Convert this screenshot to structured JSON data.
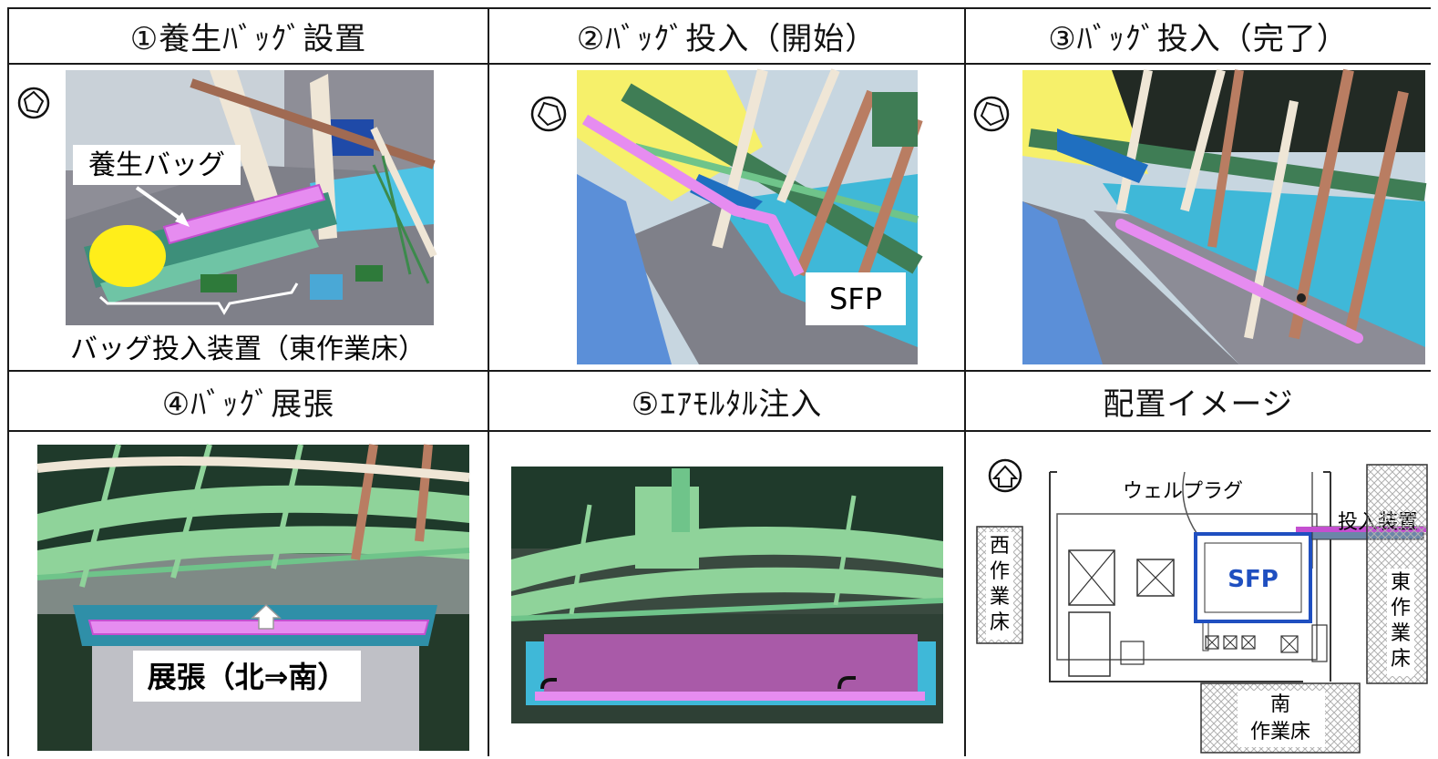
{
  "headers": {
    "step1": "①養生ﾊﾞｯｸﾞ設置",
    "step2": "②ﾊﾞｯｸﾞ投入（開始）",
    "step3": "③ﾊﾞｯｸﾞ投入（完了）",
    "step4": "④ﾊﾞｯｸﾞ展張",
    "step5": "⑤ｴｱﾓﾙﾀﾙ注入",
    "layout": "配置イメージ"
  },
  "panels": {
    "step1": {
      "bag_label": "養生バッグ",
      "device_label": "バッグ投入装置（東作業床）"
    },
    "step2": {
      "sfp_label": "SFP"
    },
    "step4": {
      "deploy_label": "展張（北⇒南）"
    },
    "layout": {
      "well_plug": "ウェルプラグ",
      "inserter": "投入装置",
      "sfp": "SFP",
      "west_floor": [
        "西",
        "作",
        "業",
        "床"
      ],
      "east_floor": [
        "東",
        "作",
        "業",
        "床"
      ],
      "south_floor": [
        "南",
        "作業床"
      ]
    }
  },
  "colors": {
    "bag": "#e68cf0",
    "bag_edge": "#c44fd0",
    "steel_green": "#8fd39a",
    "steel_dark": "#3f7d55",
    "truss_brown": "#b97d62",
    "truss_cream": "#efe6d6",
    "water": "#3fb8d8",
    "ground_gray": "#8c8c96",
    "yellow": "#ffee1a",
    "sfp_blue": "#1f4fc0"
  }
}
